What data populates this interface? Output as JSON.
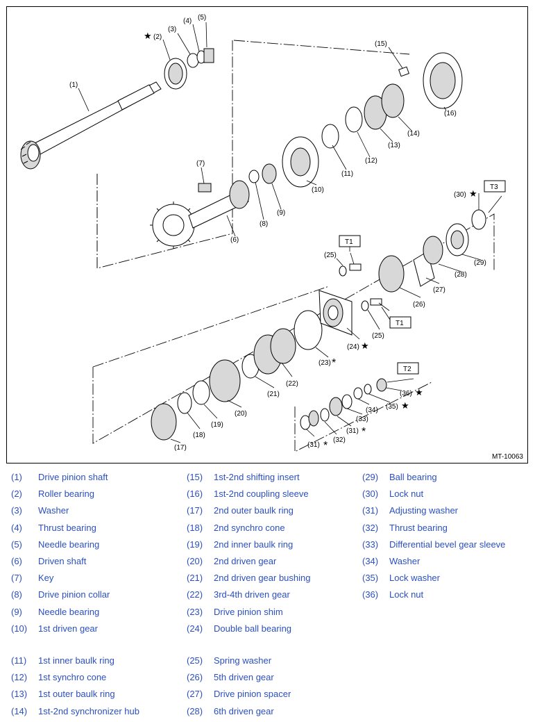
{
  "figure": {
    "id": "MT-10063",
    "callouts": {
      "c1": "(1)",
      "c2": "(2)",
      "c3": "(3)",
      "c4": "(4)",
      "c5": "(5)",
      "c6": "(6)",
      "c7": "(7)",
      "c8": "(8)",
      "c9": "(9)",
      "c10": "(10)",
      "c11": "(11)",
      "c12": "(12)",
      "c13": "(13)",
      "c14": "(14)",
      "c15": "(15)",
      "c16": "(16)",
      "c17": "(17)",
      "c18": "(18)",
      "c19": "(19)",
      "c20": "(20)",
      "c21": "(21)",
      "c22": "(22)",
      "c23": "(23)",
      "c24": "(24)",
      "c25a": "(25)",
      "c25b": "(25)",
      "c26": "(26)",
      "c27": "(27)",
      "c28": "(28)",
      "c29": "(29)",
      "c30": "(30)",
      "c31a": "(31)",
      "c31b": "(31)",
      "c32": "(32)",
      "c33": "(33)",
      "c34": "(34)",
      "c35": "(35)",
      "c36": "(36)"
    },
    "torque_labels": {
      "t1a": "T1",
      "t1b": "T1",
      "t2": "T2",
      "t3": "T3"
    },
    "symbols": {
      "star": "★",
      "asterisk": "*"
    }
  },
  "legend": [
    {
      "num": "(1)",
      "label": "Drive pinion shaft"
    },
    {
      "num": "(2)",
      "label": "Roller bearing"
    },
    {
      "num": "(3)",
      "label": "Washer"
    },
    {
      "num": "(4)",
      "label": "Thrust bearing"
    },
    {
      "num": "(5)",
      "label": "Needle bearing"
    },
    {
      "num": "(6)",
      "label": "Driven shaft"
    },
    {
      "num": "(7)",
      "label": "Key"
    },
    {
      "num": "(8)",
      "label": "Drive pinion collar"
    },
    {
      "num": "(9)",
      "label": "Needle bearing"
    },
    {
      "num": "(10)",
      "label": "1st driven gear"
    },
    {
      "num": "(11)",
      "label": "1st inner baulk ring"
    },
    {
      "num": "(12)",
      "label": "1st synchro cone"
    },
    {
      "num": "(13)",
      "label": "1st outer baulk ring"
    },
    {
      "num": "(14)",
      "label": "1st-2nd synchronizer hub"
    },
    {
      "num": "(15)",
      "label": "1st-2nd shifting insert"
    },
    {
      "num": "(16)",
      "label": "1st-2nd coupling sleeve"
    },
    {
      "num": "(17)",
      "label": "2nd outer baulk ring"
    },
    {
      "num": "(18)",
      "label": "2nd synchro cone"
    },
    {
      "num": "(19)",
      "label": "2nd inner baulk ring"
    },
    {
      "num": "(20)",
      "label": "2nd driven gear"
    },
    {
      "num": "(21)",
      "label": "2nd driven gear bushing"
    },
    {
      "num": "(22)",
      "label": "3rd-4th driven gear"
    },
    {
      "num": "(23)",
      "label": "Drive pinion shim"
    },
    {
      "num": "(24)",
      "label": "Double ball bearing"
    },
    {
      "num": "(25)",
      "label": "Spring washer"
    },
    {
      "num": "(26)",
      "label": "5th driven gear"
    },
    {
      "num": "(27)",
      "label": "Drive pinion spacer"
    },
    {
      "num": "(28)",
      "label": "6th driven gear"
    },
    {
      "num": "(29)",
      "label": "Ball bearing"
    },
    {
      "num": "(30)",
      "label": "Lock nut"
    },
    {
      "num": "(31)",
      "label": "Adjusting washer"
    },
    {
      "num": "(32)",
      "label": "Thrust bearing"
    },
    {
      "num": "(33)",
      "label": "Differential bevel gear sleeve"
    },
    {
      "num": "(34)",
      "label": "Washer"
    },
    {
      "num": "(35)",
      "label": "Lock washer"
    },
    {
      "num": "(36)",
      "label": "Lock nut"
    }
  ]
}
